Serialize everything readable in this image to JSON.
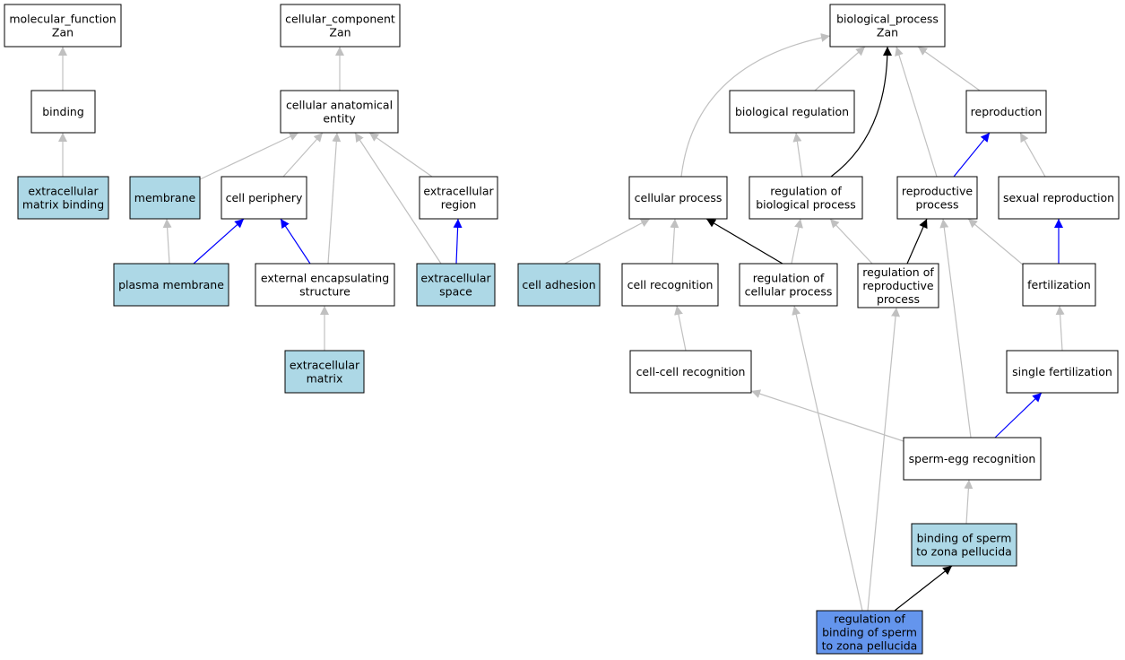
{
  "colors": {
    "background": "#ffffff",
    "node_default": "#ffffff",
    "node_annotated": "#add8e6",
    "node_focus": "#6495ed",
    "edge_is_a": "#c0c0c0",
    "edge_part_of": "#0000ff",
    "edge_regulates": "#000000"
  },
  "nodes": [
    {
      "id": "mf",
      "lines": [
        "molecular_function",
        "Zan"
      ],
      "style": "default"
    },
    {
      "id": "cc",
      "lines": [
        "cellular_component",
        "Zan"
      ],
      "style": "default"
    },
    {
      "id": "bp",
      "lines": [
        "biological_process",
        "Zan"
      ],
      "style": "default"
    },
    {
      "id": "binding",
      "lines": [
        "binding"
      ],
      "style": "default"
    },
    {
      "id": "cae",
      "lines": [
        "cellular anatomical",
        "entity"
      ],
      "style": "default"
    },
    {
      "id": "bioreg",
      "lines": [
        "biological regulation"
      ],
      "style": "default"
    },
    {
      "id": "repro",
      "lines": [
        "reproduction"
      ],
      "style": "default"
    },
    {
      "id": "ecmb",
      "lines": [
        "extracellular",
        "matrix binding"
      ],
      "style": "annotated"
    },
    {
      "id": "membrane",
      "lines": [
        "membrane"
      ],
      "style": "annotated"
    },
    {
      "id": "cellper",
      "lines": [
        "cell periphery"
      ],
      "style": "default"
    },
    {
      "id": "ecregion",
      "lines": [
        "extracellular",
        "region"
      ],
      "style": "default"
    },
    {
      "id": "cellproc",
      "lines": [
        "cellular process"
      ],
      "style": "default"
    },
    {
      "id": "regbio",
      "lines": [
        "regulation of",
        "biological process"
      ],
      "style": "default"
    },
    {
      "id": "reproproc",
      "lines": [
        "reproductive",
        "process"
      ],
      "style": "default"
    },
    {
      "id": "sexrepro",
      "lines": [
        "sexual reproduction"
      ],
      "style": "default"
    },
    {
      "id": "plasma",
      "lines": [
        "plasma membrane"
      ],
      "style": "annotated"
    },
    {
      "id": "extenc",
      "lines": [
        "external encapsulating",
        "structure"
      ],
      "style": "default"
    },
    {
      "id": "ecspace",
      "lines": [
        "extracellular",
        "space"
      ],
      "style": "annotated"
    },
    {
      "id": "celladh",
      "lines": [
        "cell adhesion"
      ],
      "style": "annotated"
    },
    {
      "id": "cellrec",
      "lines": [
        "cell recognition"
      ],
      "style": "default"
    },
    {
      "id": "regcell",
      "lines": [
        "regulation of",
        "cellular process"
      ],
      "style": "default"
    },
    {
      "id": "regrepro",
      "lines": [
        "regulation of",
        "reproductive",
        "process"
      ],
      "style": "default"
    },
    {
      "id": "fert",
      "lines": [
        "fertilization"
      ],
      "style": "default"
    },
    {
      "id": "ecmatrix",
      "lines": [
        "extracellular",
        "matrix"
      ],
      "style": "annotated"
    },
    {
      "id": "ccrec",
      "lines": [
        "cell-cell recognition"
      ],
      "style": "default"
    },
    {
      "id": "singlefert",
      "lines": [
        "single fertilization"
      ],
      "style": "default"
    },
    {
      "id": "seggrec",
      "lines": [
        "sperm-egg recognition"
      ],
      "style": "default"
    },
    {
      "id": "bszp",
      "lines": [
        "binding of sperm",
        "to zona pellucida"
      ],
      "style": "annotated"
    },
    {
      "id": "regbszp",
      "lines": [
        "regulation of",
        "binding of sperm",
        "to zona pellucida"
      ],
      "style": "focus"
    }
  ],
  "edges": [
    {
      "from": "binding",
      "to": "mf",
      "kind": "is_a"
    },
    {
      "from": "ecmb",
      "to": "binding",
      "kind": "is_a"
    },
    {
      "from": "cae",
      "to": "cc",
      "kind": "is_a"
    },
    {
      "from": "membrane",
      "to": "cae",
      "kind": "is_a"
    },
    {
      "from": "cellper",
      "to": "cae",
      "kind": "is_a"
    },
    {
      "from": "extenc",
      "to": "cae",
      "kind": "is_a"
    },
    {
      "from": "ecspace",
      "to": "cae",
      "kind": "is_a"
    },
    {
      "from": "ecregion",
      "to": "cae",
      "kind": "is_a"
    },
    {
      "from": "plasma",
      "to": "membrane",
      "kind": "is_a"
    },
    {
      "from": "plasma",
      "to": "cellper",
      "kind": "part_of"
    },
    {
      "from": "extenc",
      "to": "cellper",
      "kind": "part_of"
    },
    {
      "from": "ecspace",
      "to": "ecregion",
      "kind": "part_of"
    },
    {
      "from": "ecmatrix",
      "to": "extenc",
      "kind": "is_a"
    },
    {
      "from": "cellproc",
      "to": "bp",
      "kind": "is_a"
    },
    {
      "from": "bioreg",
      "to": "bp",
      "kind": "is_a"
    },
    {
      "from": "regbio",
      "to": "bp",
      "kind": "regulates"
    },
    {
      "from": "reproproc",
      "to": "bp",
      "kind": "is_a"
    },
    {
      "from": "repro",
      "to": "bp",
      "kind": "is_a"
    },
    {
      "from": "regbio",
      "to": "bioreg",
      "kind": "is_a"
    },
    {
      "from": "reproproc",
      "to": "repro",
      "kind": "part_of"
    },
    {
      "from": "sexrepro",
      "to": "repro",
      "kind": "is_a"
    },
    {
      "from": "celladh",
      "to": "cellproc",
      "kind": "is_a"
    },
    {
      "from": "cellrec",
      "to": "cellproc",
      "kind": "is_a"
    },
    {
      "from": "regcell",
      "to": "cellproc",
      "kind": "regulates"
    },
    {
      "from": "regcell",
      "to": "regbio",
      "kind": "is_a"
    },
    {
      "from": "regrepro",
      "to": "regbio",
      "kind": "is_a"
    },
    {
      "from": "regrepro",
      "to": "reproproc",
      "kind": "regulates"
    },
    {
      "from": "fert",
      "to": "reproproc",
      "kind": "is_a"
    },
    {
      "from": "fert",
      "to": "sexrepro",
      "kind": "part_of"
    },
    {
      "from": "seggrec",
      "to": "reproproc",
      "kind": "is_a"
    },
    {
      "from": "ccrec",
      "to": "cellrec",
      "kind": "is_a"
    },
    {
      "from": "singlefert",
      "to": "fert",
      "kind": "is_a"
    },
    {
      "from": "seggrec",
      "to": "ccrec",
      "kind": "is_a"
    },
    {
      "from": "seggrec",
      "to": "singlefert",
      "kind": "part_of"
    },
    {
      "from": "bszp",
      "to": "seggrec",
      "kind": "is_a"
    },
    {
      "from": "regbszp",
      "to": "regcell",
      "kind": "is_a"
    },
    {
      "from": "regbszp",
      "to": "regrepro",
      "kind": "is_a"
    },
    {
      "from": "regbszp",
      "to": "bszp",
      "kind": "regulates"
    }
  ]
}
